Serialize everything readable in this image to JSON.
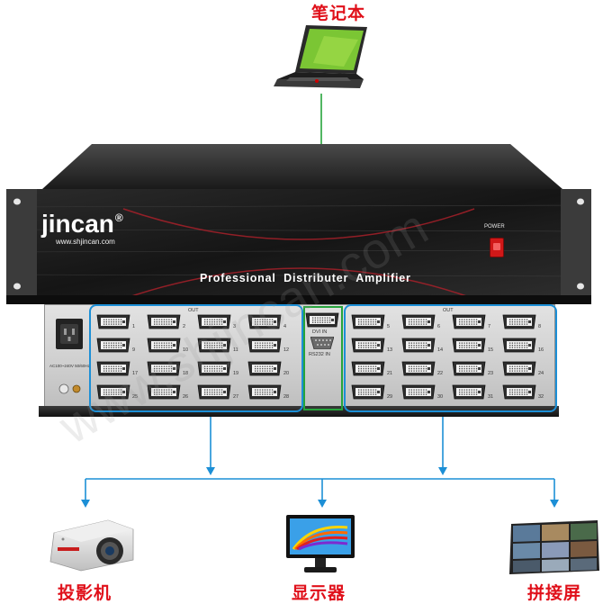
{
  "labels": {
    "laptop": "笔记本",
    "projector": "投影机",
    "monitor": "显示器",
    "video_wall": "拼接屏"
  },
  "device": {
    "brand_text": "jincan",
    "brand_mark": "®",
    "website": "www.shjincan.com",
    "product_name": "Professional  Distributer  Amplifier",
    "power_label": "POWER"
  },
  "rear_panel": {
    "out_label": "OUT",
    "dvi_in_label": "DVI IN",
    "rs232_label": "RS232 IN",
    "left_ports": [
      "1",
      "2",
      "3",
      "4",
      "9",
      "10",
      "11",
      "12",
      "17",
      "18",
      "19",
      "20",
      "25",
      "26",
      "27",
      "28"
    ],
    "right_ports": [
      "5",
      "6",
      "7",
      "8",
      "13",
      "14",
      "15",
      "16",
      "21",
      "22",
      "23",
      "24",
      "29",
      "30",
      "31",
      "32"
    ],
    "power_spec": "AC100~240V 50/60Hz"
  },
  "colors": {
    "label_red": "#e0101a",
    "input_line_green": "#26a43b",
    "output_line_blue": "#1c8fd6",
    "power_button_red": "#d01818"
  },
  "watermark": "www.shjincan.com"
}
